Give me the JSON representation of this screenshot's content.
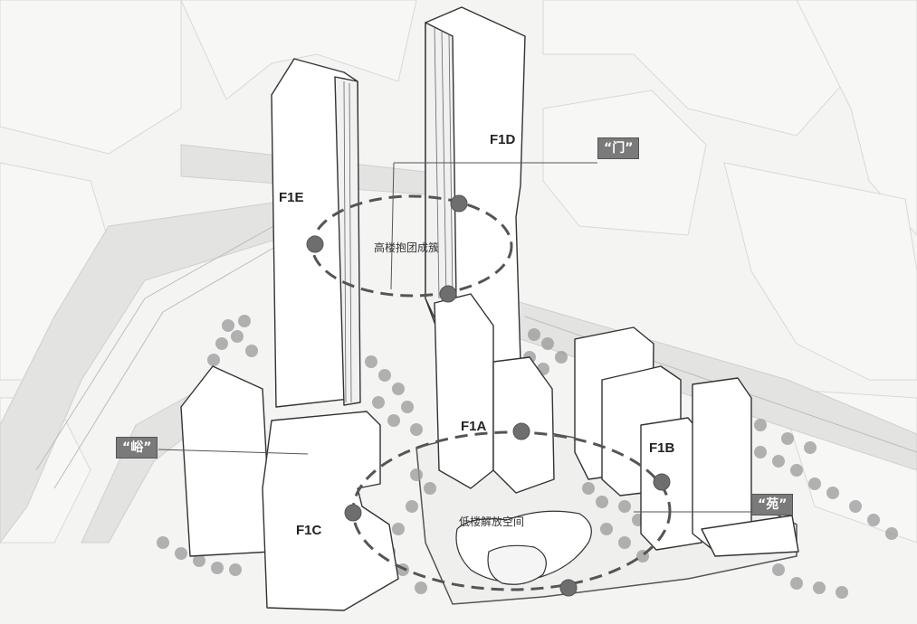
{
  "buildings": [
    {
      "id": "F1A",
      "label": "F1A"
    },
    {
      "id": "F1B",
      "label": "F1B"
    },
    {
      "id": "F1C",
      "label": "F1C"
    },
    {
      "id": "F1D",
      "label": "F1D"
    },
    {
      "id": "F1E",
      "label": "F1E"
    }
  ],
  "zones": {
    "upper": "高楼抱团成簇",
    "lower": "低楼解放空间"
  },
  "tags": {
    "gate": "“门”",
    "valley": "“峪”",
    "garden": "“苑”"
  },
  "colors": {
    "dashed_ring": "#555555",
    "node_dot": "#6e6e6e",
    "tag_bg": "#7a7a7a",
    "tree": "#9a9a9a"
  }
}
